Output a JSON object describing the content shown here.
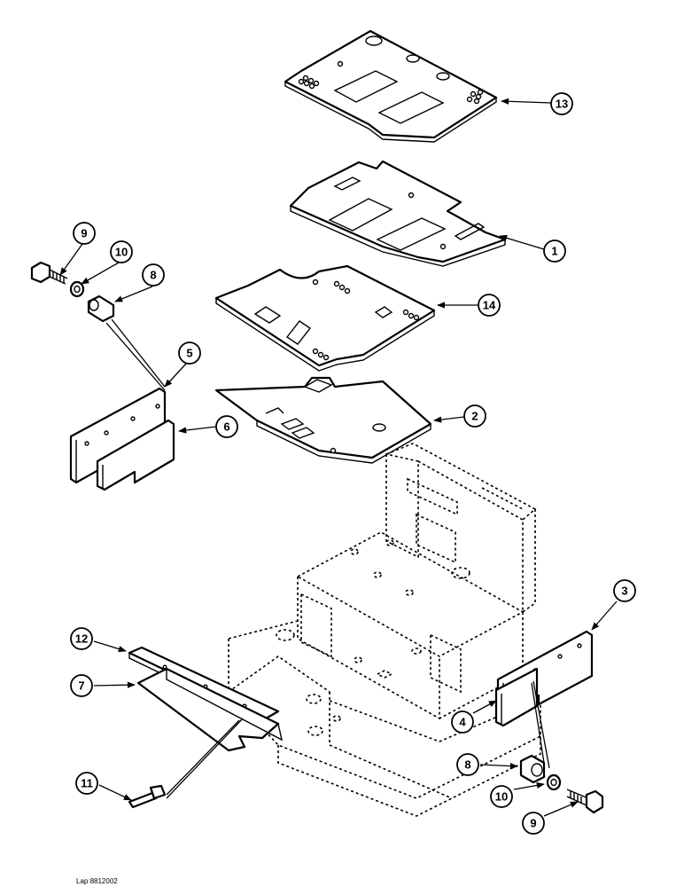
{
  "diagram": {
    "callouts": [
      "13",
      "1",
      "14",
      "2",
      "9",
      "10",
      "8",
      "5",
      "6",
      "3",
      "12",
      "7",
      "4",
      "8",
      "10",
      "9",
      "11"
    ],
    "reference_code": "Lap 8812002"
  }
}
